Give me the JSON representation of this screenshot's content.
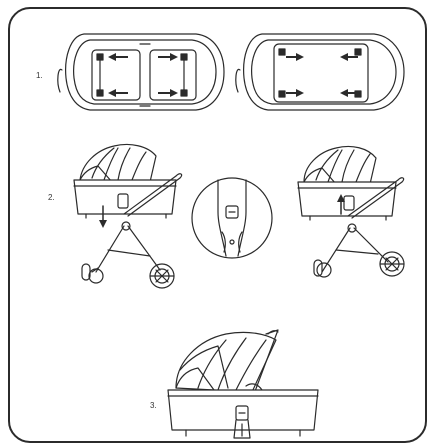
{
  "steps": [
    {
      "label": "1."
    },
    {
      "label": "2."
    },
    {
      "label": "3."
    }
  ],
  "colors": {
    "line": "#2b2b2b",
    "background": "#ffffff",
    "canopy_dark": "#3a3a3a",
    "panel_border": "#2b2b2b"
  }
}
